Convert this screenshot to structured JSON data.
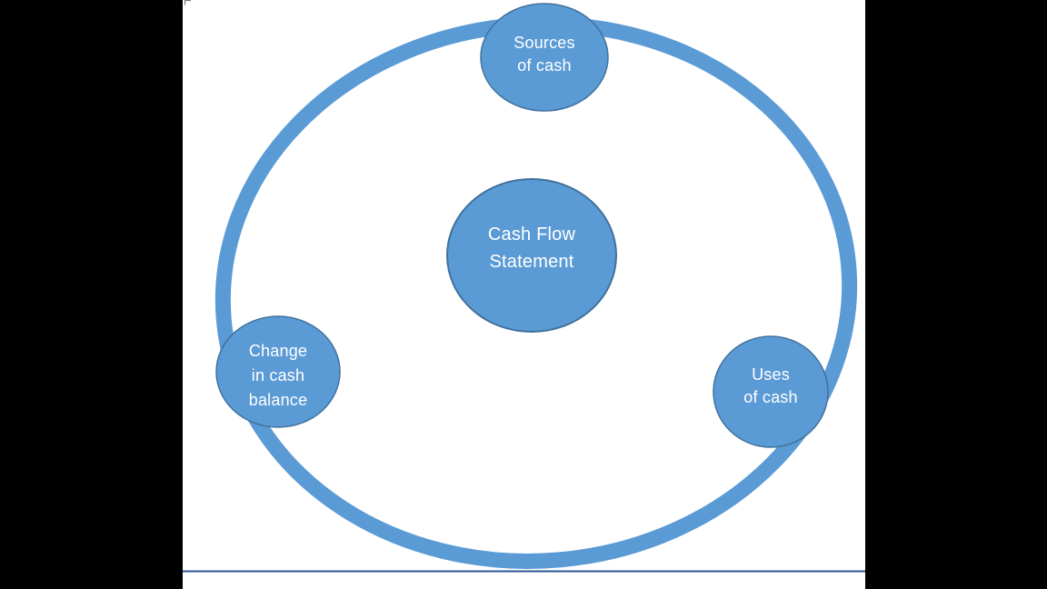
{
  "slide": {
    "background": "#ffffff",
    "frame_background": "#000000"
  },
  "diagram": {
    "type": "cycle",
    "title_node": {
      "id": "cash-flow-statement",
      "lines": [
        "Cash Flow",
        "Statement"
      ]
    },
    "satellite_nodes": [
      {
        "id": "sources-of-cash",
        "lines": [
          "Sources",
          "of cash"
        ]
      },
      {
        "id": "uses-of-cash",
        "lines": [
          "Uses",
          "of cash"
        ]
      },
      {
        "id": "change-in-cash-balance",
        "lines": [
          "Change",
          "in cash",
          "balance"
        ]
      }
    ],
    "colors": {
      "node_fill": "#5b9bd5",
      "node_border": "#41719c",
      "ring": "#5b9bd5",
      "text": "#ffffff",
      "divider_line": "#2a5494",
      "corner_mark": "#7a7a7a"
    }
  }
}
